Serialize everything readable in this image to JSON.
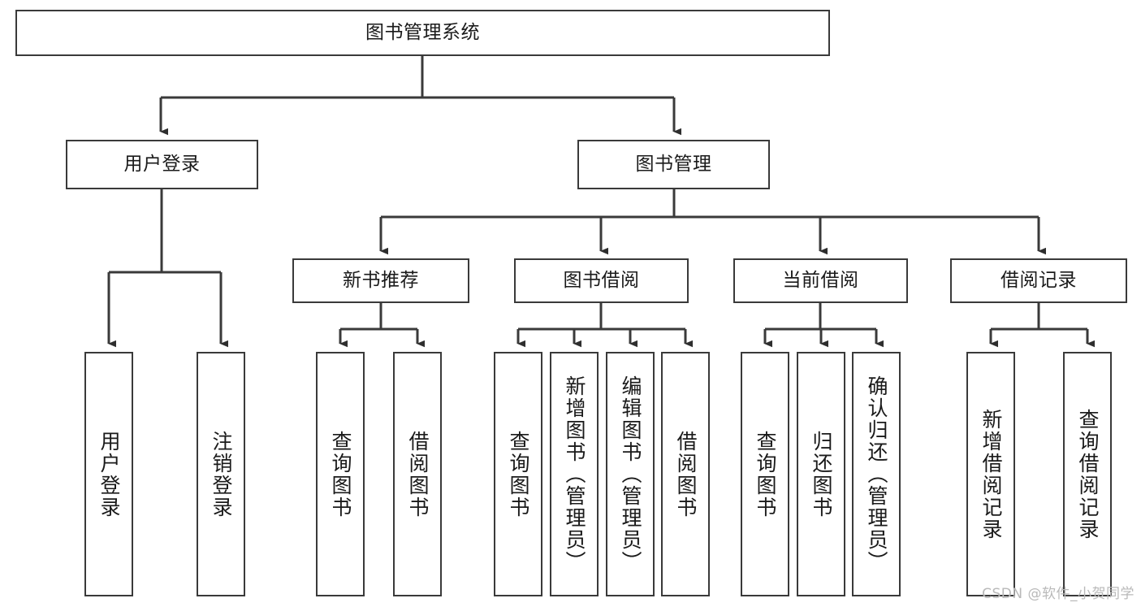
{
  "diagram": {
    "title": "图书管理系统",
    "type": "tree",
    "root": {
      "label": "图书管理系统"
    },
    "level1": [
      {
        "label": "用户登录"
      },
      {
        "label": "图书管理"
      }
    ],
    "level2": [
      {
        "label": "新书推荐"
      },
      {
        "label": "图书借阅"
      },
      {
        "label": "当前借阅"
      },
      {
        "label": "借阅记录"
      }
    ],
    "leaves": {
      "user_login": [
        {
          "label": "用户登录"
        },
        {
          "label": "注销登录"
        }
      ],
      "new_book_recommend": [
        {
          "label": "查询图书"
        },
        {
          "label": "借阅图书"
        }
      ],
      "book_borrow": [
        {
          "label": "查询图书"
        },
        {
          "label": "新增图书（管理员）"
        },
        {
          "label": "编辑图书（管理员）"
        },
        {
          "label": "借阅图书"
        }
      ],
      "current_borrow": [
        {
          "label": "查询图书"
        },
        {
          "label": "归还图书"
        },
        {
          "label": "确认归还（管理员）"
        }
      ],
      "borrow_record": [
        {
          "label": "新增借阅记录"
        },
        {
          "label": "查询借阅记录"
        }
      ]
    }
  },
  "watermark": {
    "text": "CSDN @软件_小贺同学"
  },
  "colors": {
    "stroke": "#3a3a3a",
    "fill": "#ffffff",
    "text": "#1a1a1a",
    "watermark": "#b9b9b9"
  }
}
